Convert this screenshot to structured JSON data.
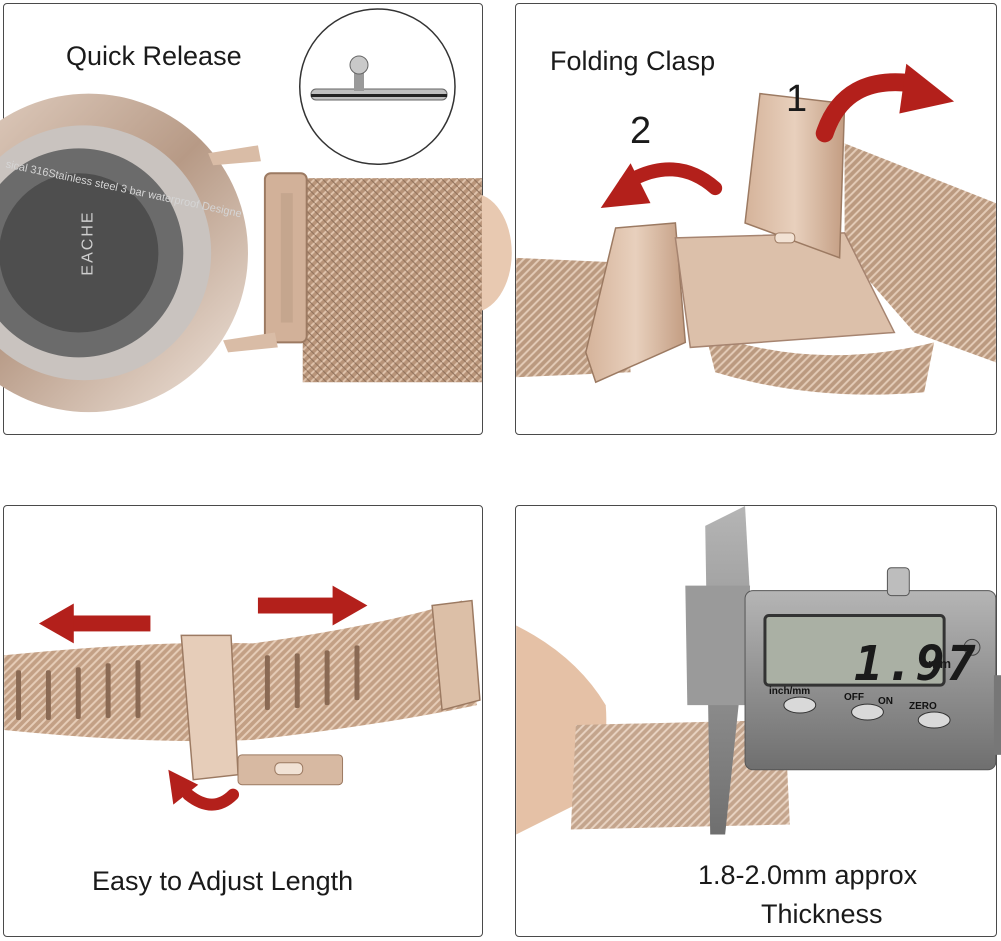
{
  "panels": {
    "quick_release": {
      "caption": "Quick Release",
      "watch_brand": "EACHE",
      "caseback_text_1": "sical 316Stainless steel 3 bar waterproof Designe"
    },
    "folding_clasp": {
      "caption": "Folding Clasp",
      "step_1": "1",
      "step_2": "2"
    },
    "adjust_length": {
      "caption": "Easy to Adjust Length"
    },
    "thickness": {
      "caption_line_1": "1.8-2.0mm approx",
      "caption_line_2": "Thickness",
      "caliper_reading": "1.97",
      "caliper_unit": "mm",
      "caliper_buttons": {
        "unit_toggle": "inch/mm",
        "off": "OFF",
        "on": "ON",
        "zero": "ZERO"
      }
    }
  },
  "colors": {
    "rose_gold": "#c9a487",
    "rose_gold_dark": "#9c7a62",
    "arrow_red": "#b3201b",
    "steel": "#8d8d8d"
  },
  "icons": [
    "spring-bar-pin-icon",
    "curved-arrow-icon",
    "straight-arrow-icon"
  ]
}
